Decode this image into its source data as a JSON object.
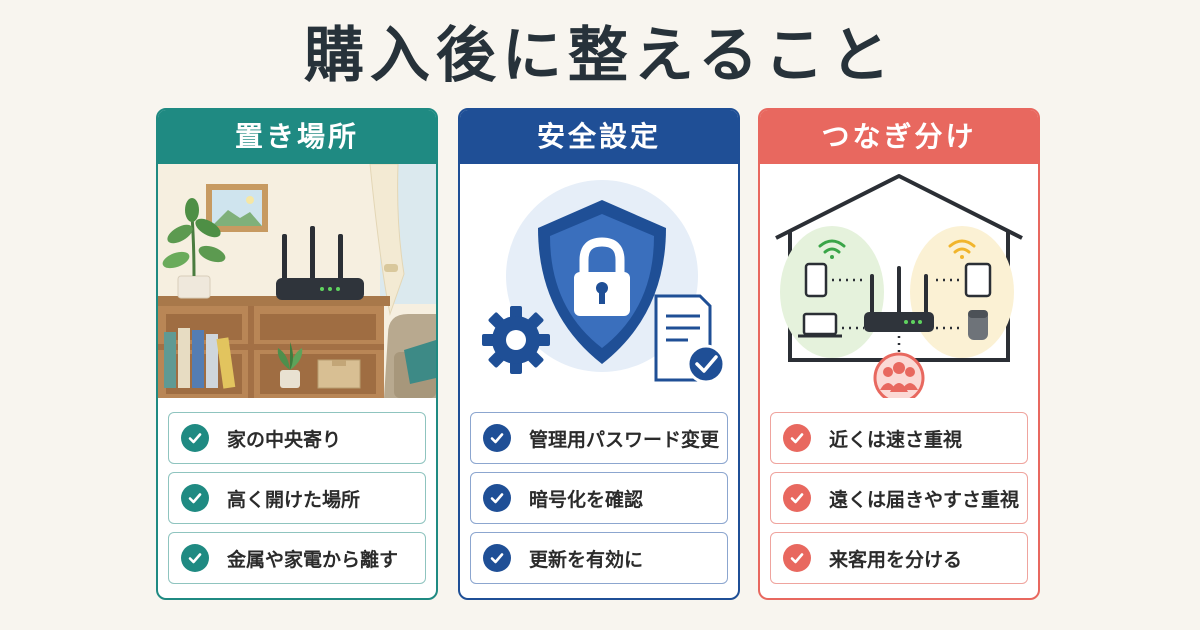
{
  "title": "購入後に整えること",
  "colors": {
    "background": "#f8f5ef",
    "placement": "#1f8a82",
    "security": "#1f4f96",
    "separation": "#e8685f"
  },
  "cards": [
    {
      "heading": "置き場所",
      "illustration": "router-on-shelf-living-room",
      "items": [
        "家の中央寄り",
        "高く開けた場所",
        "金属や家電から離す"
      ]
    },
    {
      "heading": "安全設定",
      "illustration": "shield-lock-gear-document",
      "items": [
        "管理用パスワード変更",
        "暗号化を確認",
        "更新を有効に"
      ]
    },
    {
      "heading": "つなぎ分け",
      "illustration": "house-network-devices-guests",
      "items": [
        "近くは速さ重視",
        "遠くは届きやすさ重視",
        "来客用を分ける"
      ]
    }
  ]
}
